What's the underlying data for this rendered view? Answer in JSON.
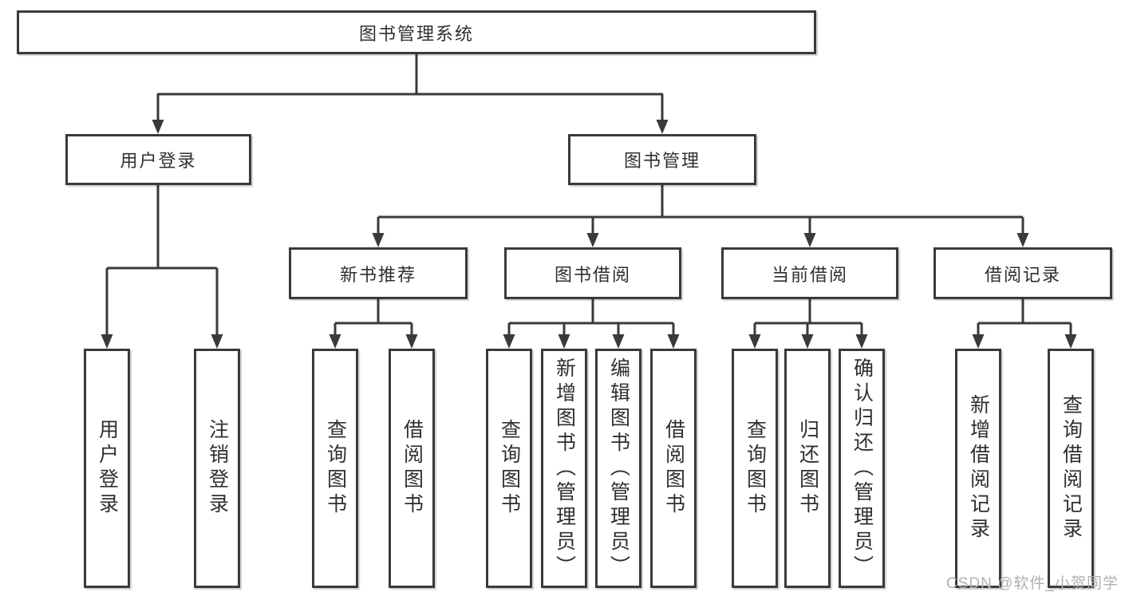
{
  "colors": {
    "line": "#3a3a3a",
    "text": "#2f2f2f",
    "bg": "#ffffff",
    "watermark": "#b0b0b0"
  },
  "root": {
    "label": "图书管理系统"
  },
  "level2": [
    {
      "label": "用户登录"
    },
    {
      "label": "图书管理"
    }
  ],
  "level3": [
    {
      "label": "新书推荐"
    },
    {
      "label": "图书借阅"
    },
    {
      "label": "当前借阅"
    },
    {
      "label": "借阅记录"
    }
  ],
  "leaves": {
    "user_login": [
      "用户登录",
      "注销登录"
    ],
    "new_books": [
      "查询图书",
      "借阅图书"
    ],
    "book_borrow": [
      "查询图书",
      "新增图书（管理员）",
      "编辑图书（管理员）",
      "借阅图书"
    ],
    "current_borrow": [
      "查询图书",
      "归还图书",
      "确认归还（管理员）"
    ],
    "borrow_records": [
      "新增借阅记录",
      "查询借阅记录"
    ]
  },
  "watermark": "CSDN @软件_小贺同学"
}
